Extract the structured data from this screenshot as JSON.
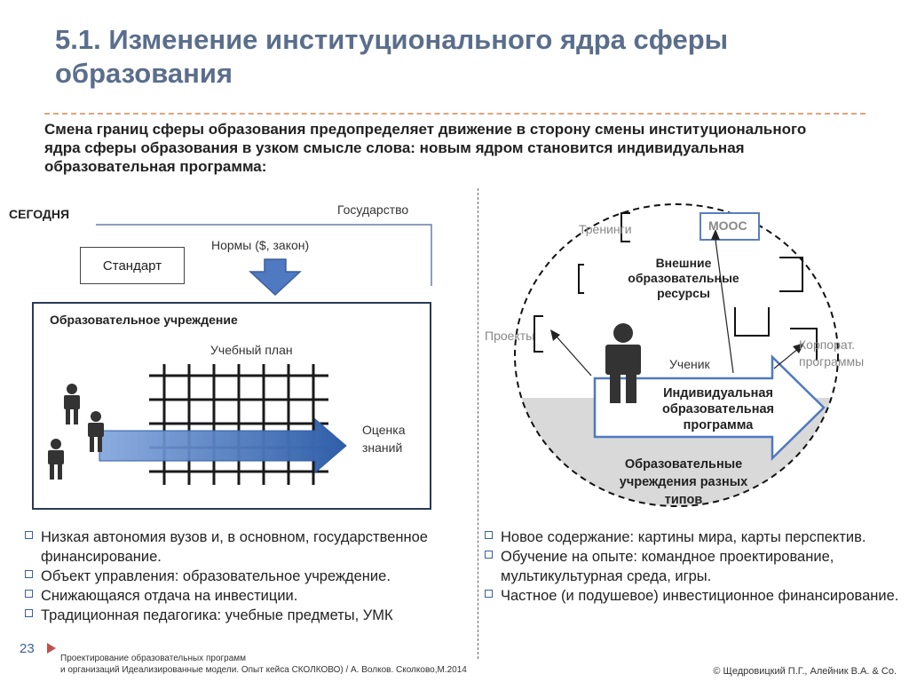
{
  "title": "5.1. Изменение институционального ядра сферы образования",
  "intro": "Смена границ сферы образования предопределяет движение в сторону смены институционального ядра сферы образования в узком смысле слова: новым ядром становится индивидуальная образовательная программа:",
  "left": {
    "today_label": "СЕГОДНЯ",
    "state_label": "Государство",
    "norms_label": "Нормы ($, закон)",
    "standard_label": "Стандарт",
    "institution_label": "Образовательное учреждение",
    "curriculum_label": "Учебный план",
    "assessment_label_1": "Оценка",
    "assessment_label_2": "знаний",
    "bullets": [
      "Низкая автономия вузов и, в основном, государственное финансирование.",
      "Объект управления: образовательное учреждение.",
      "Снижающаяся отдача на инвестиции.",
      "Традиционная педагогика: учебные предметы, УМК"
    ]
  },
  "right": {
    "trainings_label": "Тренинги",
    "mooc_label": "MOOC",
    "ext_resources_1": "Внешние",
    "ext_resources_2": "образовательные",
    "ext_resources_3": "ресурсы",
    "projects_label": "Проекты",
    "corp_1": "Корпорат.",
    "corp_2": "программы",
    "student_label": "Ученик",
    "iep_1": "Индивидуальная",
    "iep_2": "образовательная",
    "iep_3": "программа",
    "inst_1": "Образовательные",
    "inst_2": "учреждения разных",
    "inst_3": "типов",
    "bullets": [
      "Новое содержание: картины мира, карты перспектив.",
      "Обучение на опыте: командное проектирование, мультикультурная среда, игры.",
      "Частное (и подушевое) инвестиционное финансирование."
    ]
  },
  "footer": {
    "page_number": "23",
    "source_1": "Проектирование образовательных программ",
    "source_2": "и организаций  Идеализированные модели. Опыт кейса СКОЛКОВО) / А. Волков. Сколково,М.2014",
    "copyright": "© Щедровицкий П.Г., Алейник В.А. & Co."
  },
  "colors": {
    "title": "#5a6e8c",
    "accent_blue": "#3b5f9c",
    "separator": "#e2a37a",
    "person": "#333333"
  }
}
